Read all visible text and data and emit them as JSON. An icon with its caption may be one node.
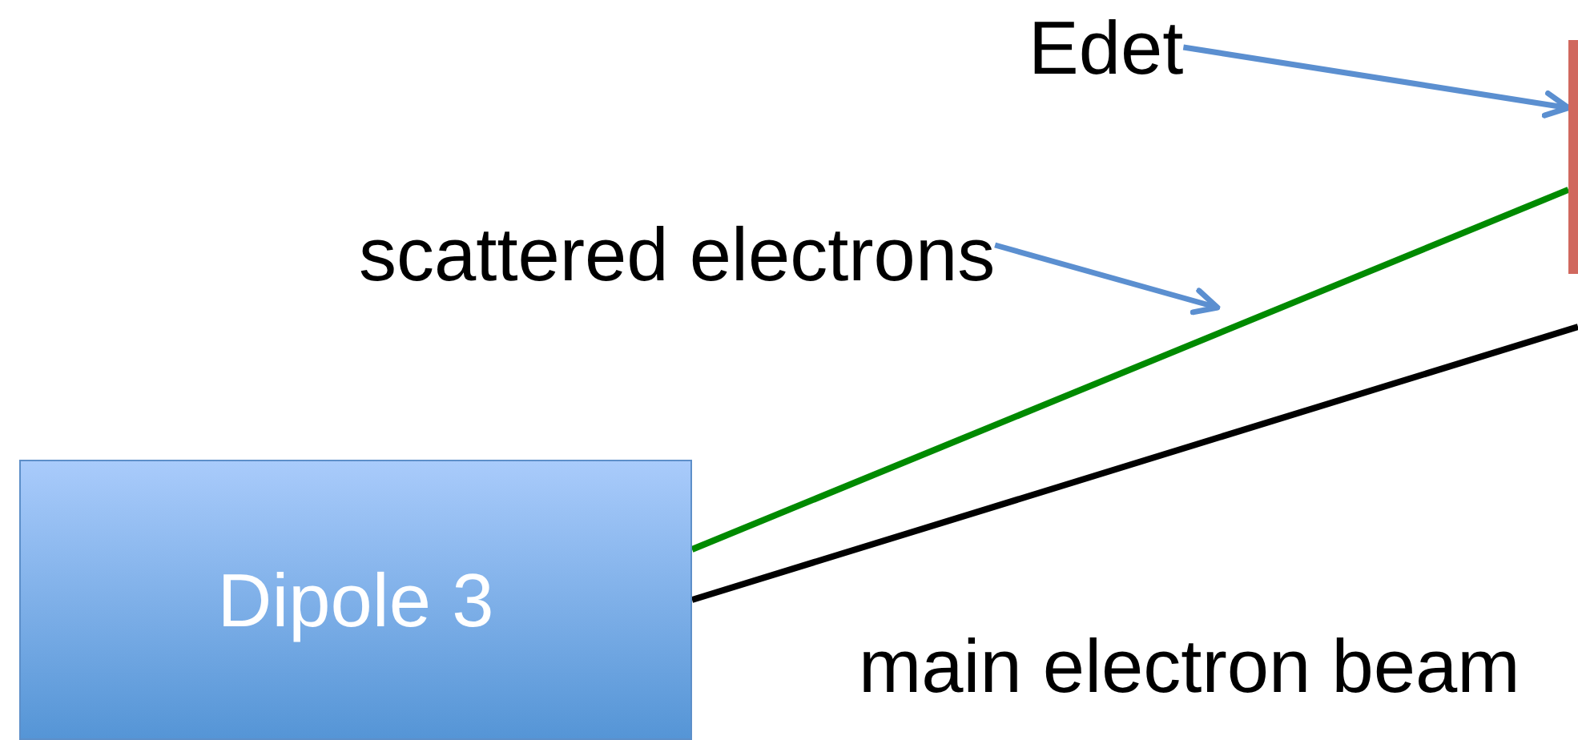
{
  "diagram": {
    "nodes": [
      {
        "text": [
          "Dipole 3"
        ]
      },
      {
        "text": [],
        "shape": "bar"
      },
      {
        "text": [
          "Edet"
        ]
      },
      {
        "text": [
          "scattered electrons"
        ]
      }
    ],
    "edges": [
      {
        "from": 0,
        "to": 1,
        "arrow": "none",
        "color": "#008a00"
      },
      {
        "from": 0,
        "to": null,
        "arrow": "none",
        "color": "#000000"
      },
      {
        "from": 2,
        "to": 1,
        "arrow": "to"
      },
      {
        "from": 3,
        "to": null,
        "arrow": "to"
      }
    ],
    "labels": [
      "main electron beam"
    ]
  }
}
